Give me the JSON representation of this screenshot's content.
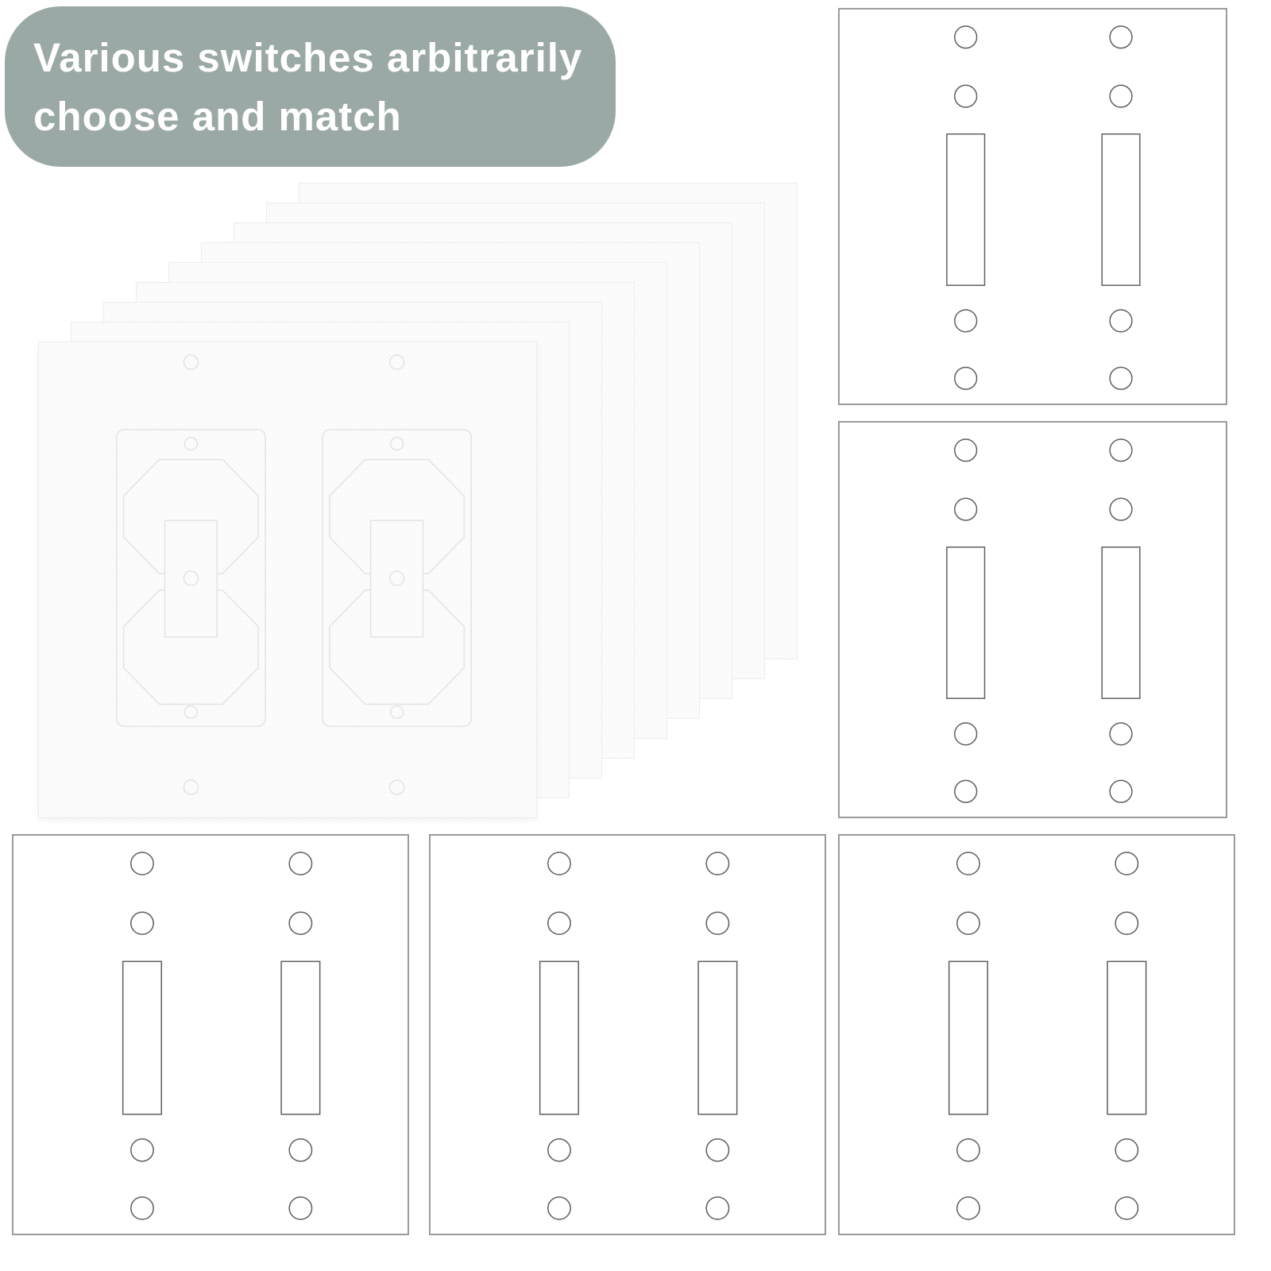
{
  "title_badge": {
    "line1": "Various switches arbitrarily",
    "line2": "choose and match",
    "bg_color": "#9BA9A6",
    "text_color": "#FFFFFF"
  },
  "stacked_plates": {
    "count": 9,
    "type": "duplex-outlet-wall-plate-stack"
  },
  "toggle_panels": [
    {
      "position": "top-right",
      "type": "double-toggle-switch-plate"
    },
    {
      "position": "middle-right",
      "type": "double-toggle-switch-plate"
    },
    {
      "position": "bottom-left",
      "type": "double-toggle-switch-plate"
    },
    {
      "position": "bottom-center",
      "type": "double-toggle-switch-plate"
    },
    {
      "position": "bottom-right",
      "type": "double-toggle-switch-plate"
    }
  ],
  "colors": {
    "panel_border": "#9b9b9b",
    "plate_outline": "#5f5f5f",
    "stack_engraving": "#e3e3e3"
  }
}
